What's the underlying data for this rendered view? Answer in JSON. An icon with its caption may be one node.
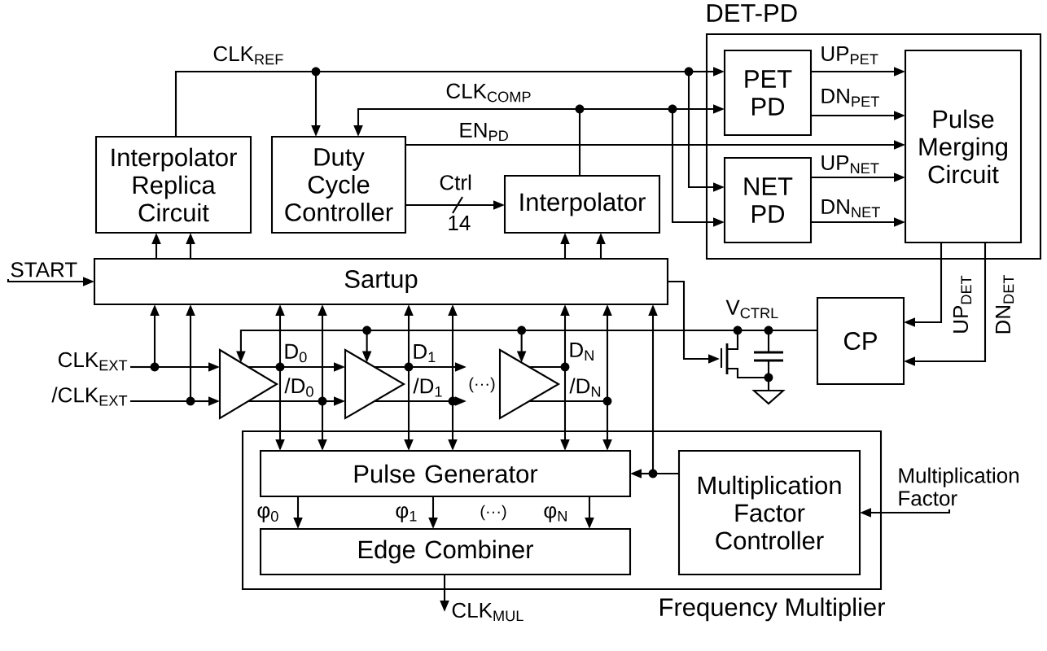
{
  "diagram": {
    "nodes": [
      {
        "text": [
          "DET-PD"
        ]
      },
      {
        "text": [
          "PET PD"
        ],
        "in": 0
      },
      {
        "text": [
          "Pulse Merging Circuit"
        ],
        "in": 0
      },
      {
        "text": [
          "Interpolator Replica Circuit"
        ]
      },
      {
        "text": [
          "Duty Cycle Controller"
        ]
      },
      {
        "text": [
          "NET PD"
        ],
        "in": 0
      },
      {
        "text": [
          "Interpolator"
        ]
      },
      {
        "text": [
          "START"
        ]
      },
      {
        "text": [
          "Sartup"
        ]
      },
      {
        "text": [
          "CP"
        ]
      },
      {
        "text": [
          "CLK$_{EXT}$"
        ]
      },
      {
        "text": [
          "/CLK$_{EXT}$"
        ]
      },
      {
        "text": [],
        "shape": "triangle"
      },
      {
        "text": [],
        "shape": "triangle"
      },
      {
        "text": [
          "(···)"
        ]
      },
      {
        "text": [],
        "shape": "triangle"
      },
      {
        "text": [],
        "shape": "transistor"
      },
      {
        "text": [],
        "shape": "capacitor"
      },
      {
        "text": [],
        "shape": "ground"
      },
      {
        "text": [
          "Frequency Multiplier"
        ]
      },
      {
        "text": [
          "Pulse Generator"
        ],
        "in": 19
      },
      {
        "text": [
          "Multiplication Factor Controller"
        ],
        "in": 19
      },
      {
        "text": [
          "Multiplication Factor"
        ]
      },
      {
        "text": [
          "Edge Combiner"
        ],
        "in": 19
      },
      {
        "text": [
          "CLK$_{MUL}$"
        ]
      }
    ],
    "edges": [
      {
        "from": 3,
        "to": 1,
        "arrow": "to",
        "label": "CLK$_{REF}$"
      },
      {
        "from": 3,
        "to": 4,
        "arrow": "to"
      },
      {
        "from": 3,
        "to": 5,
        "arrow": "to"
      },
      {
        "from": 6,
        "to": 4,
        "arrow": "to",
        "label": "CLK$_{COMP}$"
      },
      {
        "from": 6,
        "to": 1,
        "arrow": "to"
      },
      {
        "from": 6,
        "to": 5,
        "arrow": "to"
      },
      {
        "from": 4,
        "to": 2,
        "arrow": "to",
        "label": "EN$_{PD}$"
      },
      {
        "from": 4,
        "to": 6,
        "arrow": "to",
        "label": "Ctrl"
      },
      {
        "from": 1,
        "to": 2,
        "arrow": "to",
        "label": "UP$_{PET}$"
      },
      {
        "from": 1,
        "to": 2,
        "arrow": "to",
        "label": "DN$_{PET}$"
      },
      {
        "from": 5,
        "to": 2,
        "arrow": "to",
        "label": "UP$_{NET}$"
      },
      {
        "from": 5,
        "to": 2,
        "arrow": "to",
        "label": "DN$_{NET}$"
      },
      {
        "from": 2,
        "to": 9,
        "arrow": "to",
        "label": "UP$_{DET}$"
      },
      {
        "from": 2,
        "to": 9,
        "arrow": "to",
        "label": "DN$_{DET}$"
      },
      {
        "from": 7,
        "to": 8,
        "arrow": "to"
      },
      {
        "from": 8,
        "to": 3,
        "arrow": "to"
      },
      {
        "from": 8,
        "to": 3,
        "arrow": "to"
      },
      {
        "from": 8,
        "to": 6,
        "arrow": "to"
      },
      {
        "from": 8,
        "to": 6,
        "arrow": "to"
      },
      {
        "from": 8,
        "to": 16,
        "arrow": "to"
      },
      {
        "from": 10,
        "to": 12,
        "arrow": "to"
      },
      {
        "from": 10,
        "to": 8,
        "arrow": "to"
      },
      {
        "from": 11,
        "to": 12,
        "arrow": "to"
      },
      {
        "from": 11,
        "to": 8,
        "arrow": "to"
      },
      {
        "from": 12,
        "to": 13,
        "arrow": "to",
        "label": "D$_{0}$"
      },
      {
        "from": 12,
        "to": 13,
        "arrow": "to",
        "label": "/D$_{0}$"
      },
      {
        "from": 12,
        "to": 8,
        "arrow": "to"
      },
      {
        "from": 12,
        "to": 20,
        "arrow": "to"
      },
      {
        "from": 12,
        "to": 8,
        "arrow": "to"
      },
      {
        "from": 12,
        "to": 20,
        "arrow": "to"
      },
      {
        "from": 13,
        "to": 14,
        "arrow": "to",
        "label": "D$_{1}$"
      },
      {
        "from": 13,
        "to": 14,
        "arrow": "to",
        "label": "/D$_{1}$"
      },
      {
        "from": 13,
        "to": 8,
        "arrow": "to"
      },
      {
        "from": 13,
        "to": 20,
        "arrow": "to"
      },
      {
        "from": 13,
        "to": 8,
        "arrow": "to"
      },
      {
        "from": 13,
        "to": 20,
        "arrow": "to"
      },
      {
        "from": 15,
        "to": 8,
        "arrow": "to",
        "label": "D$_{N}$"
      },
      {
        "from": 15,
        "to": 20,
        "arrow": "to"
      },
      {
        "from": 15,
        "to": 8,
        "arrow": "to",
        "label": "/D$_{N}$"
      },
      {
        "from": 15,
        "to": 20,
        "arrow": "to"
      },
      {
        "from": 9,
        "to": 12,
        "arrow": "to",
        "label": "V$_{CTRL}$"
      },
      {
        "from": 9,
        "to": 13,
        "arrow": "to"
      },
      {
        "from": 9,
        "to": 15,
        "arrow": "to"
      },
      {
        "from": 21,
        "to": 20,
        "arrow": "to"
      },
      {
        "from": 21,
        "to": 8,
        "arrow": "to"
      },
      {
        "from": 20,
        "to": 23,
        "arrow": "to",
        "label": "φ$_{0}$"
      },
      {
        "from": 20,
        "to": 23,
        "arrow": "to",
        "label": "φ$_{1}$"
      },
      {
        "from": 20,
        "to": 23,
        "arrow": "to",
        "label": "φ$_{N}$"
      },
      {
        "from": 23,
        "to": 24,
        "arrow": "to"
      },
      {
        "from": 22,
        "to": 21,
        "arrow": "to"
      },
      {
        "from": 9,
        "to": 16,
        "arrow": "none"
      },
      {
        "from": 9,
        "to": 17,
        "arrow": "none"
      },
      {
        "from": 16,
        "to": 17,
        "arrow": "none"
      },
      {
        "from": 16,
        "to": 18,
        "arrow": "none"
      }
    ],
    "labels": [
      "14",
      "(···)"
    ]
  }
}
